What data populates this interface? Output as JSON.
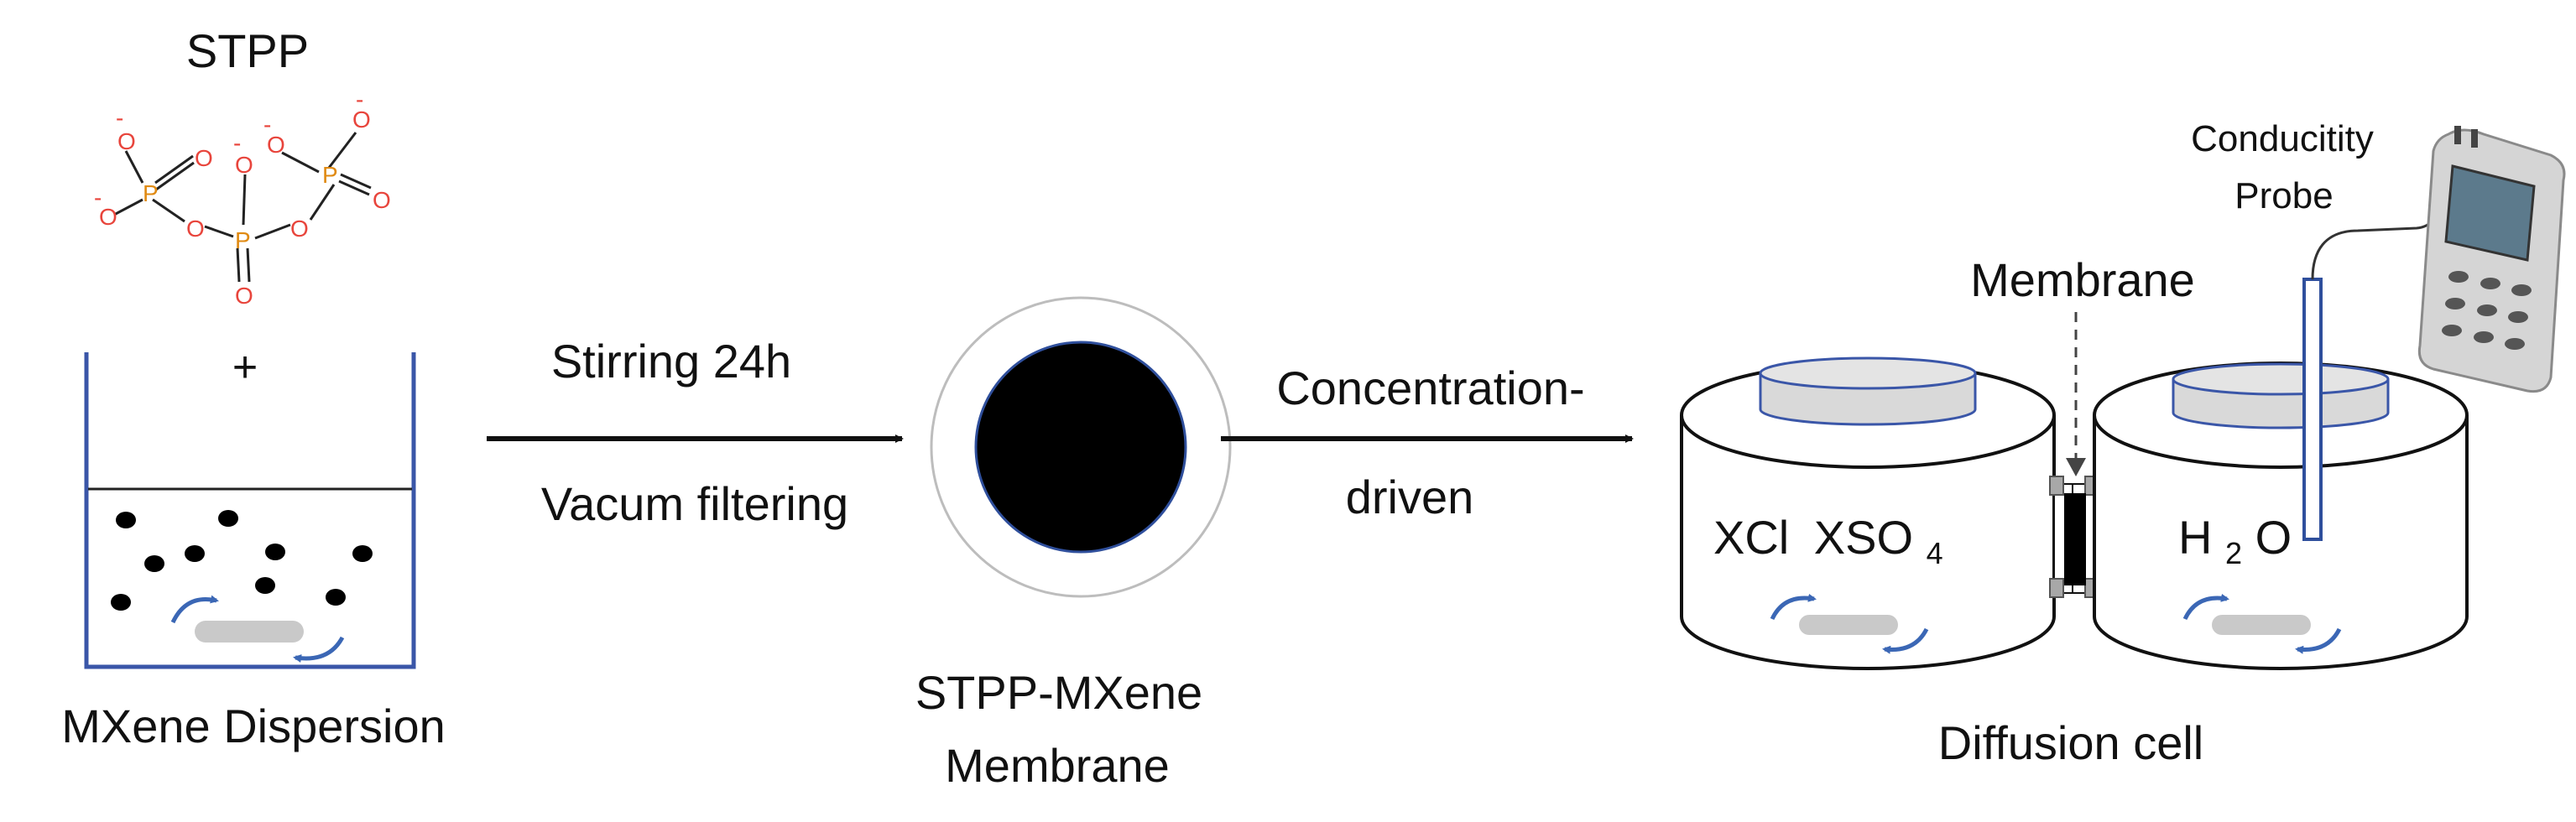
{
  "colors": {
    "line": "#111111",
    "beaker": "#3a56a8",
    "arrow_blue": "#3b67b5",
    "oxygen": "#e8453c",
    "phosphorus": "#e08a12",
    "membrane_fill": "#000000",
    "cell_fill": "#ffffff",
    "lid_fill": "#d9d9d9",
    "stir_bar": "#c9c9c9",
    "clamp": "#a8a8a8",
    "probe_body": "#d5d5d5"
  },
  "icons": {
    "stir_arrows": "curved-arrow-pair",
    "particles": "black-dots",
    "meter": "handheld-conductivity-meter"
  },
  "labels": {
    "stpp": "STPP",
    "plus": "+",
    "dispersion": "MXene Dispersion",
    "step1_top": "Stirring 24h",
    "step1_bottom": "Vacum filtering",
    "membrane_product_line1": "STPP-MXene",
    "membrane_product_line2": "Membrane",
    "step2_top": "Concentration-",
    "step2_bottom": "driven",
    "membrane": "Membrane",
    "probe_line1": "Conducitity",
    "probe_line2": "Probe",
    "left_solution_a": "XCl",
    "left_solution_b": "XSO",
    "left_solution_b_sub": "4",
    "right_solution_a": "H",
    "right_solution_sub": "2",
    "right_solution_b": "O",
    "diffusion_cell": "Diffusion cell"
  },
  "molecule": {
    "atoms": {
      "oxygen": "O",
      "phosphorus": "P",
      "charge": "-"
    }
  }
}
